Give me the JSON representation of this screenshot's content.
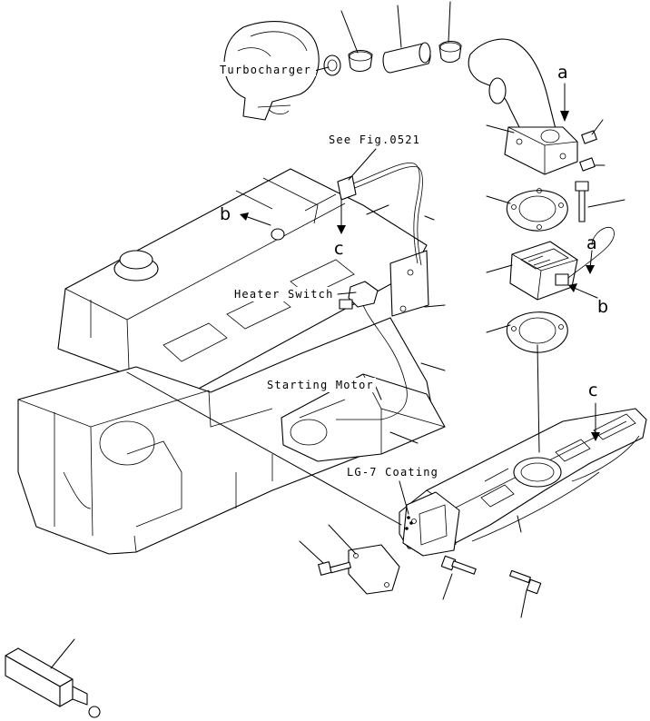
{
  "labels": {
    "turbocharger": "Turbocharger",
    "see_fig": "See Fig.0521",
    "heater_switch": "Heater Switch",
    "starting_motor": "Starting Motor",
    "lg7_coating": "LG-7 Coating"
  },
  "refs": {
    "a_top": "a",
    "a_mid": "a",
    "b_left": "b",
    "b_right": "b",
    "c_mid": "c",
    "c_right": "c"
  }
}
